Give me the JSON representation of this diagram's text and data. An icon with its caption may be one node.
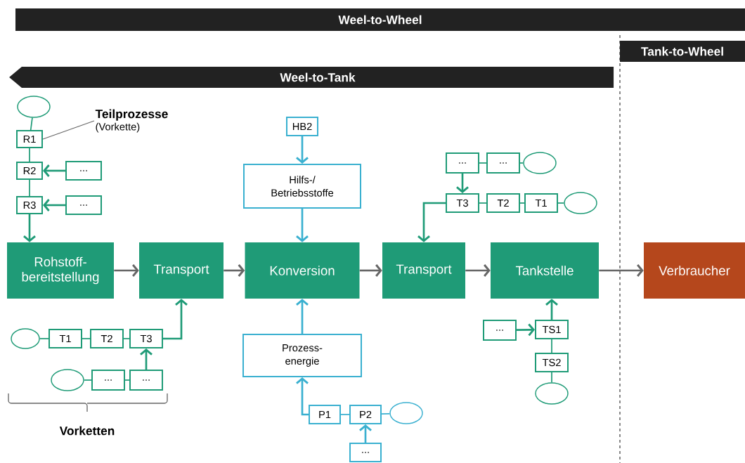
{
  "diagram": {
    "nodes": [
      {
        "text": [
          "Weel-to-Wheel"
        ]
      },
      {
        "text": [
          "Tank-to-Wheel"
        ]
      },
      {
        "text": [
          "Weel-to-Tank"
        ]
      },
      {
        "text": [
          "Rohstoff- bereitstellung"
        ]
      },
      {
        "text": [
          "Transport"
        ]
      },
      {
        "text": [
          "Konversion"
        ]
      },
      {
        "text": [
          "Transport"
        ]
      },
      {
        "text": [
          "Tankstelle"
        ]
      },
      {
        "text": [
          "Verbraucher"
        ]
      },
      {
        "text": [],
        "shape": "ellipse"
      },
      {
        "text": [
          "R1"
        ]
      },
      {
        "text": [
          "R2"
        ]
      },
      {
        "text": [
          "..."
        ]
      },
      {
        "text": [
          "R3"
        ]
      },
      {
        "text": [
          "..."
        ]
      },
      {
        "text": [
          "Teilprozesse",
          "(Vorkette)"
        ]
      },
      {
        "text": [],
        "shape": "ellipse"
      },
      {
        "text": [
          "T1"
        ]
      },
      {
        "text": [
          "T2"
        ]
      },
      {
        "text": [
          "T3"
        ]
      },
      {
        "text": [],
        "shape": "ellipse"
      },
      {
        "text": [
          "..."
        ]
      },
      {
        "text": [
          "..."
        ]
      },
      {
        "text": [
          "HB2"
        ]
      },
      {
        "text": [
          "Hilfs-/ Betriebsstoffe"
        ]
      },
      {
        "text": [
          "Prozess- energie"
        ]
      },
      {
        "text": [
          "P1"
        ]
      },
      {
        "text": [
          "P2"
        ]
      },
      {
        "text": [],
        "shape": "ellipse"
      },
      {
        "text": [
          "..."
        ]
      },
      {
        "text": [
          "..."
        ]
      },
      {
        "text": [
          "..."
        ]
      },
      {
        "text": [],
        "shape": "ellipse"
      },
      {
        "text": [
          "T3"
        ]
      },
      {
        "text": [
          "T2"
        ]
      },
      {
        "text": [
          "T1"
        ]
      },
      {
        "text": [],
        "shape": "ellipse"
      },
      {
        "text": [
          "..."
        ]
      },
      {
        "text": [
          "TS1"
        ]
      },
      {
        "text": [
          "TS2"
        ]
      },
      {
        "text": [],
        "shape": "ellipse"
      }
    ],
    "edges": [
      {
        "from": 9,
        "to": 10,
        "arrow": "none"
      },
      {
        "from": 10,
        "to": 11,
        "arrow": "none"
      },
      {
        "from": 11,
        "to": 13,
        "arrow": "none"
      },
      {
        "from": 13,
        "to": 3,
        "arrow": "to"
      },
      {
        "from": 12,
        "to": 11,
        "arrow": "to"
      },
      {
        "from": 14,
        "to": 13,
        "arrow": "to"
      },
      {
        "from": 15,
        "to": 10,
        "arrow": "none",
        "color": "#666666"
      },
      {
        "from": 3,
        "to": 4,
        "arrow": "to",
        "color": "#666666"
      },
      {
        "from": 4,
        "to": 5,
        "arrow": "to",
        "color": "#666666"
      },
      {
        "from": 5,
        "to": 6,
        "arrow": "to",
        "color": "#666666"
      },
      {
        "from": 6,
        "to": 7,
        "arrow": "to",
        "color": "#666666"
      },
      {
        "from": 7,
        "to": 8,
        "arrow": "to",
        "color": "#666666"
      },
      {
        "from": 16,
        "to": 17,
        "arrow": "none"
      },
      {
        "from": 17,
        "to": 18,
        "arrow": "none"
      },
      {
        "from": 18,
        "to": 19,
        "arrow": "none"
      },
      {
        "from": 19,
        "to": 4,
        "arrow": "to"
      },
      {
        "from": 20,
        "to": 21,
        "arrow": "none"
      },
      {
        "from": 21,
        "to": 22,
        "arrow": "none"
      },
      {
        "from": 22,
        "to": 19,
        "arrow": "to"
      },
      {
        "from": 23,
        "to": 24,
        "arrow": "to",
        "color": "#3ab0d0"
      },
      {
        "from": 24,
        "to": 5,
        "arrow": "to",
        "color": "#3ab0d0"
      },
      {
        "from": 25,
        "to": 5,
        "arrow": "to",
        "color": "#3ab0d0"
      },
      {
        "from": 26,
        "to": 25,
        "arrow": "to",
        "color": "#3ab0d0"
      },
      {
        "from": 26,
        "to": 27,
        "arrow": "none",
        "color": "#3ab0d0"
      },
      {
        "from": 27,
        "to": 28,
        "arrow": "none",
        "color": "#3ab0d0"
      },
      {
        "from": 29,
        "to": 27,
        "arrow": "to",
        "color": "#3ab0d0"
      },
      {
        "from": 30,
        "to": 33,
        "arrow": "to"
      },
      {
        "from": 30,
        "to": 31,
        "arrow": "none"
      },
      {
        "from": 31,
        "to": 32,
        "arrow": "none"
      },
      {
        "from": 33,
        "to": 6,
        "arrow": "to"
      },
      {
        "from": 33,
        "to": 34,
        "arrow": "none"
      },
      {
        "from": 34,
        "to": 35,
        "arrow": "none"
      },
      {
        "from": 35,
        "to": 36,
        "arrow": "none"
      },
      {
        "from": 37,
        "to": 38,
        "arrow": "to"
      },
      {
        "from": 38,
        "to": 7,
        "arrow": "to"
      },
      {
        "from": 38,
        "to": 39,
        "arrow": "none"
      },
      {
        "from": 39,
        "to": 40,
        "arrow": "none"
      }
    ],
    "labels": [
      "Vorketten"
    ]
  }
}
